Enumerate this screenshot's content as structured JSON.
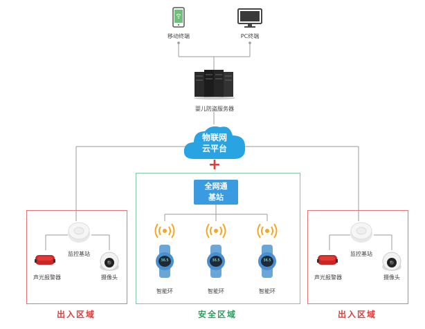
{
  "top": {
    "mobile_label": "移动终端",
    "pc_label": "PC终端"
  },
  "server": {
    "label": "婴儿防盗服务器"
  },
  "cloud": {
    "line1": "物联网",
    "line2": "云平台"
  },
  "plus": "+",
  "base_station": {
    "line1": "全网通",
    "line2": "基站"
  },
  "left_zone": {
    "title": "出入区域",
    "hub_label": "监控基站",
    "alarm_label": "声光报警器",
    "camera_label": "摄像头"
  },
  "right_zone": {
    "title": "出入区域",
    "hub_label": "监控基站",
    "alarm_label": "声光报警器",
    "camera_label": "摄像头"
  },
  "safe_zone": {
    "title": "安全区域",
    "bands": [
      {
        "label": "智能环",
        "screen": "36.5"
      },
      {
        "label": "智能环",
        "screen": "36.5"
      },
      {
        "label": "智能环",
        "screen": "36.5"
      }
    ]
  },
  "colors": {
    "red_zone": "#e57373",
    "green_zone": "#7cc8a4",
    "blue": "#3a9be0",
    "plus": "#e53935"
  },
  "icons": [
    "phone-icon",
    "monitor-icon",
    "server-icon",
    "cloud-icon",
    "hub-icon",
    "alarm-light-icon",
    "camera-icon",
    "signal-icon",
    "wristband-icon"
  ]
}
